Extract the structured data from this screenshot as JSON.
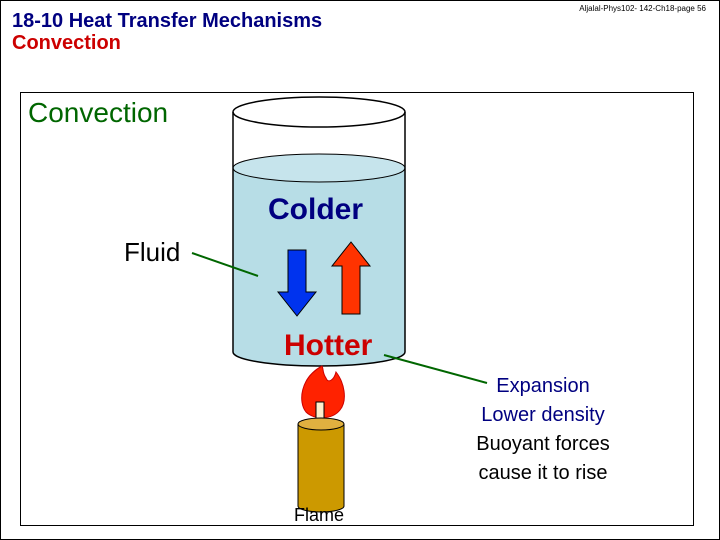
{
  "header": {
    "title": "18-10 Heat Transfer Mechanisms",
    "subtitle": "Convection",
    "slide_ref": "Aljalal-Phys102- 142-Ch18-page 56"
  },
  "diagram": {
    "heading": "Convection",
    "label_colder": "Colder",
    "label_fluid": "Fluid",
    "label_hotter": "Hotter",
    "label_flame": "Flame",
    "note_lines": [
      "Expansion",
      "Lower density",
      "Buoyant forces",
      "cause it to rise"
    ]
  },
  "colors": {
    "title": "#000080",
    "subtitle": "#cc0000",
    "heading": "#006600",
    "fluid": "#b7dde6",
    "down_arrow": "#0033ee",
    "up_arrow": "#ff3300",
    "flame": "#ff2200",
    "candle": "#cc9900",
    "leader_line": "#006600"
  }
}
